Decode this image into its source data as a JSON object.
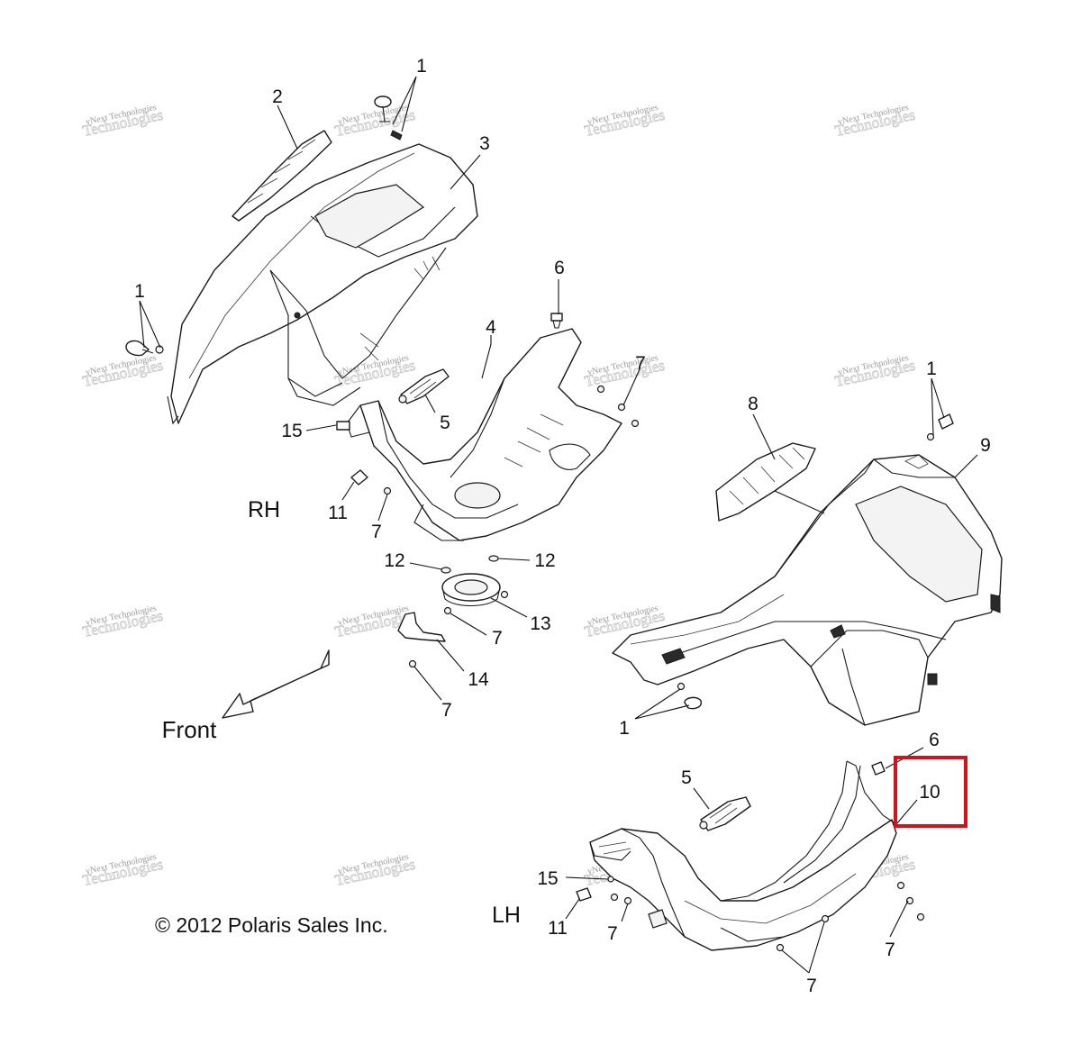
{
  "diagram": {
    "copyright": "© 2012 Polaris Sales Inc.",
    "side_labels": {
      "right": "RH",
      "left": "LH"
    },
    "direction_label": "Front",
    "watermark": {
      "line1": "vNext Technologies",
      "line2": "Technologies"
    },
    "highlight_color": "#d0141c",
    "highlighted_callout": "10",
    "callouts": [
      {
        "id": "c-1a",
        "text": "1"
      },
      {
        "id": "c-2",
        "text": "2"
      },
      {
        "id": "c-3",
        "text": "3"
      },
      {
        "id": "c-1b",
        "text": "1"
      },
      {
        "id": "c-6a",
        "text": "6"
      },
      {
        "id": "c-4",
        "text": "4"
      },
      {
        "id": "c-7a",
        "text": "7"
      },
      {
        "id": "c-5a",
        "text": "5"
      },
      {
        "id": "c-15a",
        "text": "15"
      },
      {
        "id": "c-11a",
        "text": "11"
      },
      {
        "id": "c-7b",
        "text": "7"
      },
      {
        "id": "c-12a",
        "text": "12"
      },
      {
        "id": "c-12b",
        "text": "12"
      },
      {
        "id": "c-13",
        "text": "13"
      },
      {
        "id": "c-7c",
        "text": "7"
      },
      {
        "id": "c-14",
        "text": "14"
      },
      {
        "id": "c-7d",
        "text": "7"
      },
      {
        "id": "c-1c",
        "text": "1"
      },
      {
        "id": "c-8",
        "text": "8"
      },
      {
        "id": "c-9",
        "text": "9"
      },
      {
        "id": "c-1d",
        "text": "1"
      },
      {
        "id": "c-6b",
        "text": "6"
      },
      {
        "id": "c-10",
        "text": "10"
      },
      {
        "id": "c-5b",
        "text": "5"
      },
      {
        "id": "c-15b",
        "text": "15"
      },
      {
        "id": "c-11b",
        "text": "11"
      },
      {
        "id": "c-7e",
        "text": "7"
      },
      {
        "id": "c-7f",
        "text": "7"
      },
      {
        "id": "c-7g",
        "text": "7"
      }
    ]
  }
}
